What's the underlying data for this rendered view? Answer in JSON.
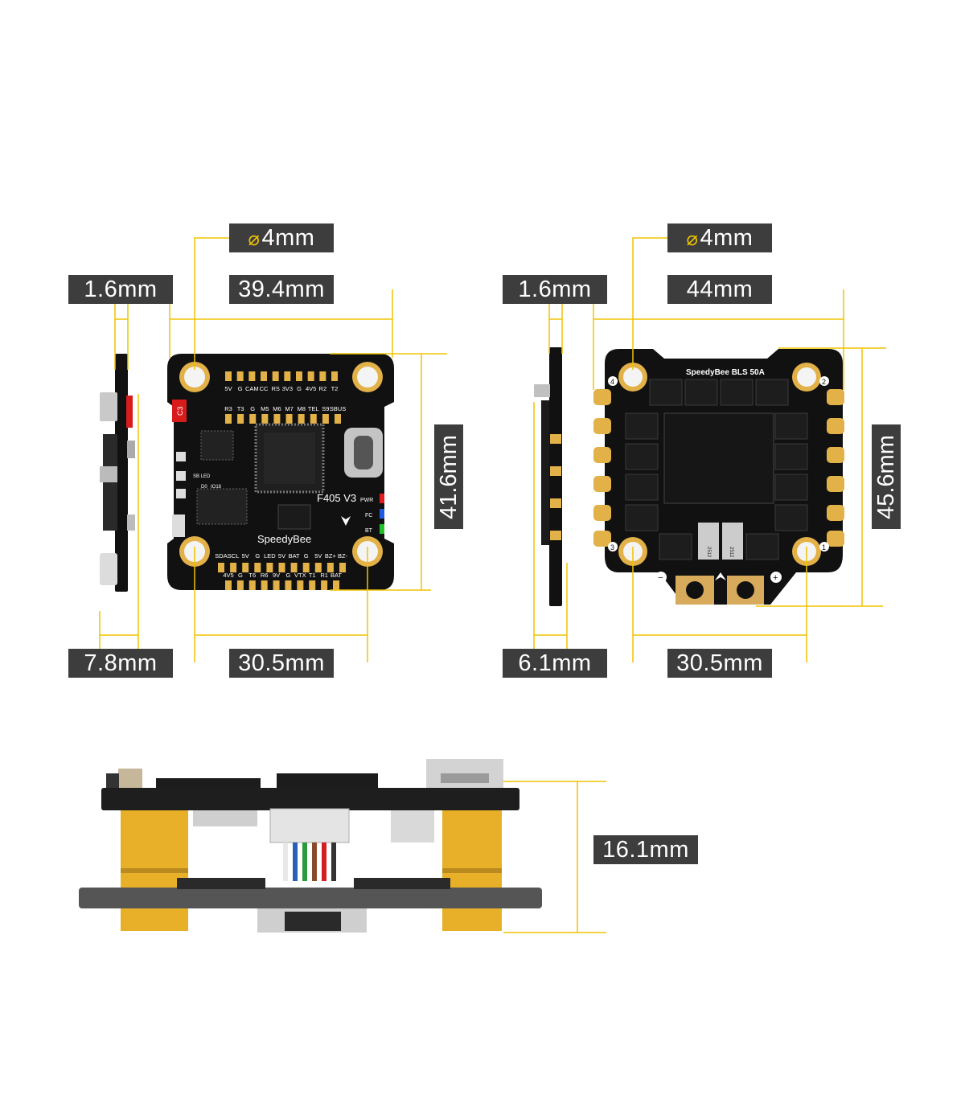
{
  "colors": {
    "dim_line": "#f0c300",
    "label_bg": "#3d3d3d",
    "pcb": "#111111",
    "gold": "#e2b148",
    "standoff": "#e7b028"
  },
  "fc": {
    "hole_label": "4mm",
    "thickness_label": "1.6mm",
    "width_label": "39.4mm",
    "height_label": "41.6mm",
    "side_label": "7.8mm",
    "mount_label": "30.5mm",
    "model": "F405 V3",
    "brand": "SpeedyBee",
    "top_pads": [
      "5V",
      "G",
      "CAM",
      "CC",
      "RS",
      "3V3",
      "G",
      "4V5",
      "R2",
      "T2"
    ],
    "top_pads_row2": [
      "R3",
      "T3",
      "G",
      "M5",
      "M6",
      "M7",
      "M8",
      "TEL",
      "S9",
      "SBUS"
    ],
    "bottom_pads": [
      "SDA",
      "SCL",
      "5V",
      "G",
      "LED",
      "5V",
      "BAT",
      "G",
      "5V",
      "BZ+",
      "BZ-"
    ],
    "bottom_pads_row2": [
      "4V5",
      "G",
      "T6",
      "R6",
      "9V",
      "G",
      "VTX",
      "T1",
      "R1",
      "BAT"
    ],
    "leds": [
      "PWR",
      "FC",
      "BT"
    ],
    "small": [
      "SB LED",
      "D0",
      "IO18",
      "C3"
    ]
  },
  "esc": {
    "hole_label": "4mm",
    "thickness_label": "1.6mm",
    "width_label": "44mm",
    "height_label": "45.6mm",
    "side_label": "6.1mm",
    "mount_label": "30.5mm",
    "brand": "SpeedyBee BLS 50A",
    "hole_numbers": [
      "4",
      "2",
      "3",
      "1"
    ],
    "polarity": [
      "−",
      "+"
    ],
    "shunts": [
      "2512",
      "2512"
    ]
  },
  "stack": {
    "height_label": "16.1mm"
  }
}
